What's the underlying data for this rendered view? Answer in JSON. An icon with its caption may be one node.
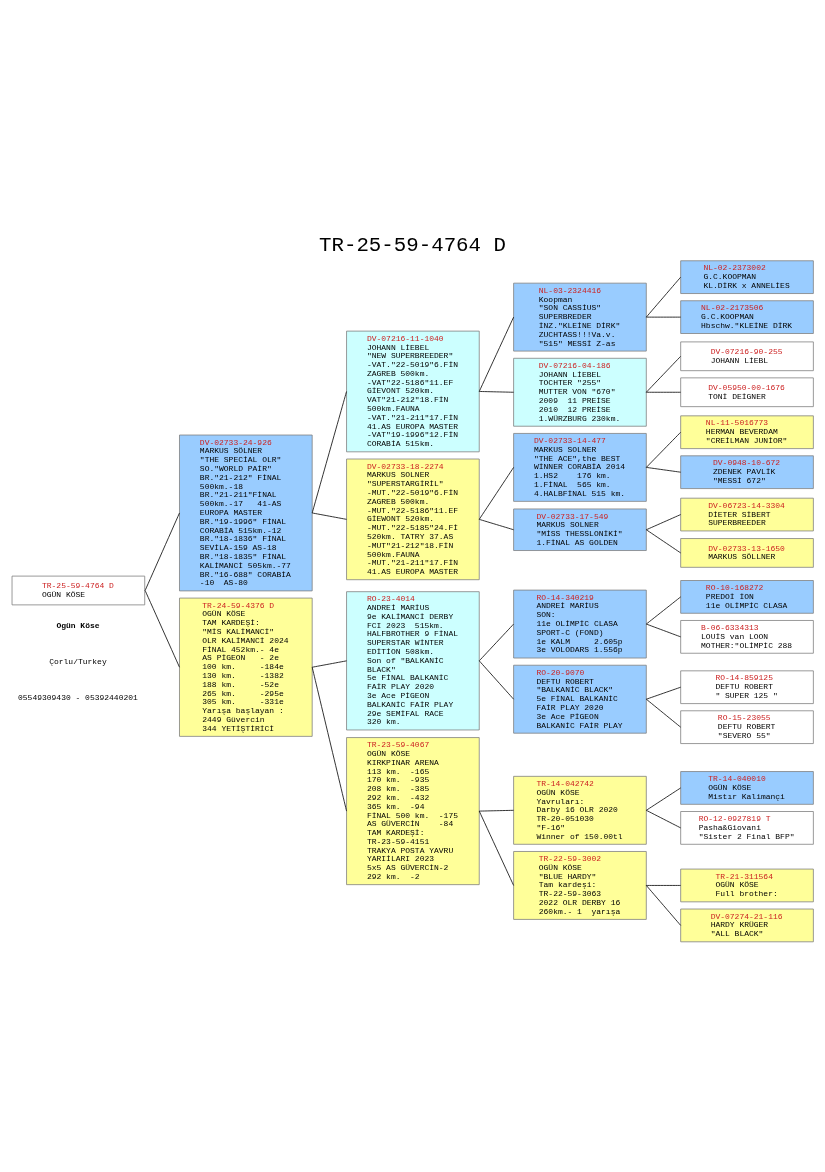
{
  "diagram": {
    "title": "TR-25-59-4764 D",
    "nodes": [
      {
        "text": [
          "TR-25-59-4764 D",
          "OGÜN KÖSE"
        ]
      },
      {
        "text": [
          "DV-02733-24-926",
          "MARKUS SÖLNER",
          "\"THE SPECİAL OLR\"",
          "SO.\"WORLD PAİR\"",
          "BR.\"21-212\" FİNAL",
          "500km.-18",
          "BR.\"21-211\"FİNAL",
          "500km.-17   41-AS",
          "EUROPA MASTER",
          "BR.\"19-1996\" FİNAL",
          "CORABİA 515km.-12",
          "BR.\"18-1836\" FİNAL",
          "SEVİLA-159 AS-18",
          "BR.\"18-1835\" FİNAL",
          "KALİMANCİ 505km.-77",
          "BR.\"16-688\" CORABİA",
          "-10  AS-80"
        ]
      },
      {
        "text": [
          "TR-24-59-4376 D",
          "OGÜN KÖSE",
          "TAM KARDEŞİ:",
          "\"MİS KALİMANCİ\"",
          "OLR KALİMANCİ 2024",
          "FİNAL 452km.- 4e",
          "AS PİGEON   - 2e",
          "100 km.     -184e",
          "130 km.     -1382",
          "188 km.     -52e",
          "265 km.     -295e",
          "305 km.     -331e",
          "Yarışa başlayan :",
          "2449 Güvercin",
          "344 YETİŞTİRİCİ"
        ]
      },
      {
        "text": [
          "DV-07216-11-1040",
          "JOHANN LİEBEL",
          "\"NEW SUPERBREEDER\"",
          "-VAT.\"22-5019\"6.FİN",
          "ZAGREB 500km.",
          "-VAT\"22-5186\"11.EF",
          "GİEVONT 520km.",
          "VAT\"21-212\"18.FİN",
          "500km.FAUNA",
          "-VAT.\"21-211\"17.FİN",
          "41.AS EUROPA MASTER",
          "-VAT\"19-1996\"12.FİN",
          "CORABİA 515km."
        ]
      },
      {
        "text": [
          "DV-02733-18-2274",
          "MARKUS SOLNER",
          "\"SUPERSTARGİRİL\"",
          "-MUT.\"22-5019\"6.FİN",
          "ZAGREB 500km.",
          "-MUT.\"22-5186\"11.EF",
          "GİEWONT 520km.",
          "-MUT.\"22-5185\"24.Fİ",
          "520km. TATRY 37.AS",
          "-MUT\"21-212\"18.FİN",
          "500km.FAUNA",
          "-MUT.\"21-211\"17.FİN",
          "41.AS EUROPA MASTER"
        ]
      },
      {
        "text": [
          "RO-23-4014",
          "ANDREİ MARİUS",
          "9e KALİMANCİ DERBY",
          "FCI 2023  515km.",
          "HALFBROTHER 9 FİNAL",
          "SUPERSTAR WİNTER",
          "EDİTİON 508km.",
          "Son of \"BALKANİC",
          "BLACK\"",
          "5e FİNAL BALKANİC",
          "FAİR PLAY 2020",
          "3e Ace PİGEON",
          "BALKANİC FAİR PLAY",
          "29e SEMİFAL RACE",
          "320 km."
        ]
      },
      {
        "text": [
          "TR-23-59-4067",
          "OGÜN KÖSE",
          "KIRKPINAR ARENA",
          "113 km.  -165",
          "170 km.  -935",
          "208 km.  -385",
          "292 km.  -432",
          "365 km.  -94",
          "FİNAL 500 km.  -175",
          "AS GÜVERCİN    -84",
          "TAM KARDEŞİ:",
          "TR-23-59-4151",
          "TRAKYA POSTA YAVRU",
          "YARIİLARI 2023",
          "5x5 AS GÜVERCİN-2",
          "292 km.  -2"
        ]
      },
      {
        "text": [
          "NL-03-2324416",
          "Koopman",
          "\"SON CASSİUS\"",
          "SUPERBREDER",
          "İNZ.\"KLEİNE DİRK\"",
          "ZUCHTASS!!!Va.v.",
          "\"515\" MESSİ Z-as"
        ]
      },
      {
        "text": [
          "DV-07216-04-186",
          "JOHANN LİEBEL",
          "TOCHTER \"255\"",
          "MUTTER VON \"670\"",
          "2009  11 PREİSE",
          "2010  12 PREİSE",
          "1.WÜRZBURG 230km."
        ]
      },
      {
        "text": [
          "DV-02733-14-477",
          "MARKUS SOLNER",
          "\"THE ACE\",the BEST",
          "WİNNER CORABİA 2014",
          "1.HS2    176 km.",
          "1.FİNAL  565 km.",
          "4.HALBFİNAL 515 km."
        ]
      },
      {
        "text": [
          "DV-02733-17-549",
          "MARKUS SOLNER",
          "\"MİSS THESSLONİKİ\"",
          "1.FİNAL AS GOLDEN"
        ]
      },
      {
        "text": [
          "RO-14-340219",
          "ANDREİ MARİUS",
          "SON:",
          "11e OLİMPİC CLASA",
          "SPORT-C (FOND)",
          "1e KALM     2.605p",
          "3e VOLODARS 1.556p"
        ]
      },
      {
        "text": [
          "RO-20-9070",
          "DEFTU ROBERT",
          "\"BALKANİC BLACK\"",
          "5e FİNAL BALKANİC",
          "FAİR PLAY 2020",
          "3e Ace PİGEON",
          "BALKANİC FAİR PLAY"
        ]
      },
      {
        "text": [
          "TR-14-042742",
          "OGÜN KÖSE",
          "Yavruları:",
          "Darby 16 OLR 2020",
          "TR-20-051030",
          "\"F-16\"",
          "Winner of 150.00tl"
        ]
      },
      {
        "text": [
          "TR-22-59-3002",
          "OGÜN KÖSE",
          "\"BLUE HARDY\"",
          "Tam kardeşi:",
          "TR-22-59-3063",
          "2022 OLR DERBY 16",
          "260km.- 1  yarışa"
        ]
      },
      {
        "text": [
          "NL-02-2373002",
          "G.C.KOOPMAN",
          "KL.DİRK x ANNELİES"
        ]
      },
      {
        "text": [
          "NL-02-2173506",
          "G.C.KOOPMAN",
          "Hbschw.\"KLEİNE DİRK"
        ]
      },
      {
        "text": [
          "DV-07216-90-255",
          "JOHANN LİEBL"
        ]
      },
      {
        "text": [
          "DV-05950-00-1676",
          "TONİ DEİGNER"
        ]
      },
      {
        "text": [
          "NL-11-5016773",
          "HERMAN BEVERDAM",
          "\"CREİLMAN JUNİOR\""
        ]
      },
      {
        "text": [
          "DV-0948-10-672",
          "ZDENEK PAVLİK",
          "\"MESSİ 672\""
        ]
      },
      {
        "text": [
          "DV-06723-14-3304",
          "DİETER SİBERT",
          "SUPERBREEDER"
        ]
      },
      {
        "text": [
          "DV-02733-13-1650",
          "MARKUS SÖLLNER"
        ]
      },
      {
        "text": [
          "RO-10-168272",
          "PREDOİ İON",
          "11e OLİMPİC CLASA"
        ]
      },
      {
        "text": [
          "B-06-6334313",
          "LOUİS van LOON",
          "MOTHER:\"OLİMPİC 288"
        ]
      },
      {
        "text": [
          "RO-14-859125",
          "DEFTU ROBERT",
          "\" SUPER 125 \""
        ]
      },
      {
        "text": [
          "RO-15-23055",
          "DEFTU ROBERT",
          "\"SEVERO 55\""
        ]
      },
      {
        "text": [
          "TR-14-040010",
          "OGÜN KÖSE",
          "Mistır Kalimançi"
        ]
      },
      {
        "text": [
          "RO-12-0927819 T",
          "Pasha&Giovani",
          "\"Sister 2 Final BFP\""
        ]
      },
      {
        "text": [
          "TR-21-311564",
          "OGÜN KÖSE",
          "Full brother:"
        ]
      },
      {
        "text": [
          "DV-07274-21-116",
          "HARDY KRÜGER",
          "\"ALL BLACK\""
        ]
      }
    ],
    "edges": [
      {
        "from": 0,
        "to": 1,
        "arrow": "none"
      },
      {
        "from": 0,
        "to": 2,
        "arrow": "none"
      },
      {
        "from": 1,
        "to": 3,
        "arrow": "none"
      },
      {
        "from": 1,
        "to": 4,
        "arrow": "none"
      },
      {
        "from": 2,
        "to": 5,
        "arrow": "none"
      },
      {
        "from": 2,
        "to": 6,
        "arrow": "none"
      },
      {
        "from": 3,
        "to": 7,
        "arrow": "none"
      },
      {
        "from": 3,
        "to": 8,
        "arrow": "none"
      },
      {
        "from": 4,
        "to": 9,
        "arrow": "none"
      },
      {
        "from": 4,
        "to": 10,
        "arrow": "none"
      },
      {
        "from": 5,
        "to": 11,
        "arrow": "none"
      },
      {
        "from": 5,
        "to": 12,
        "arrow": "none"
      },
      {
        "from": 6,
        "to": 13,
        "arrow": "none"
      },
      {
        "from": 6,
        "to": 14,
        "arrow": "none"
      },
      {
        "from": 7,
        "to": 15,
        "arrow": "none"
      },
      {
        "from": 7,
        "to": 16,
        "arrow": "none"
      },
      {
        "from": 8,
        "to": 17,
        "arrow": "none"
      },
      {
        "from": 8,
        "to": 18,
        "arrow": "none"
      },
      {
        "from": 9,
        "to": 19,
        "arrow": "none"
      },
      {
        "from": 9,
        "to": 20,
        "arrow": "none"
      },
      {
        "from": 10,
        "to": 21,
        "arrow": "none"
      },
      {
        "from": 10,
        "to": 22,
        "arrow": "none"
      },
      {
        "from": 11,
        "to": 23,
        "arrow": "none"
      },
      {
        "from": 11,
        "to": 24,
        "arrow": "none"
      },
      {
        "from": 12,
        "to": 25,
        "arrow": "none"
      },
      {
        "from": 12,
        "to": 26,
        "arrow": "none"
      },
      {
        "from": 13,
        "to": 27,
        "arrow": "none"
      },
      {
        "from": 13,
        "to": 28,
        "arrow": "none"
      },
      {
        "from": 14,
        "to": 29,
        "arrow": "none"
      },
      {
        "from": 14,
        "to": 30,
        "arrow": "none"
      }
    ],
    "labels": [
      "Ogün Köse",
      "Çorlu/Turkey",
      "05549309430 - 05392440201"
    ]
  }
}
